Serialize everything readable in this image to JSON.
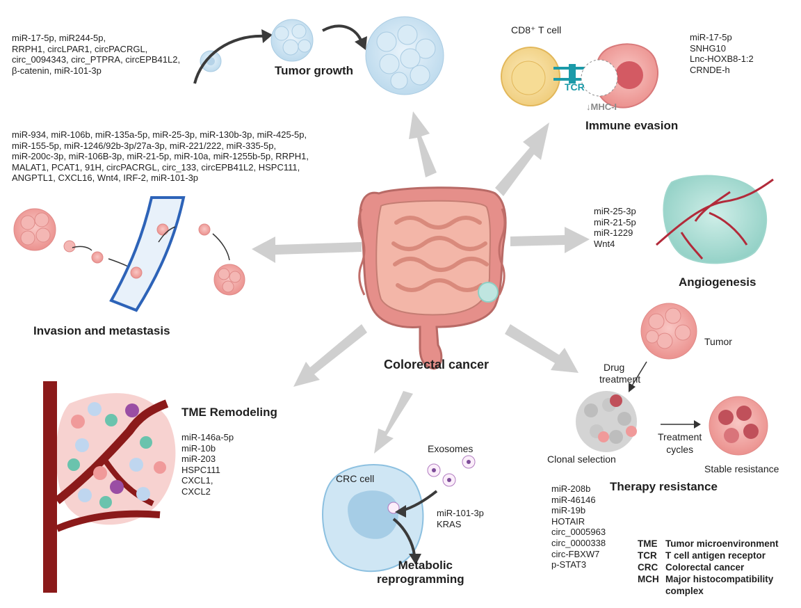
{
  "center": {
    "title": "Colorectal cancer"
  },
  "tumor_growth": {
    "title": "Tumor growth",
    "lines": [
      "miR-17-5p, miR244-5p,",
      "RRPH1, circLPAR1, circPACRGL,",
      "circ_0094343, circ_PTPRA, circEPB41L2,",
      "β-catenin, miR-101-3p"
    ]
  },
  "immune_evasion": {
    "title": "Immune evasion",
    "cell_label": "CD8⁺ T cell",
    "tcr_label": "TCR",
    "mhc_label": "↓MHC-I",
    "factors": [
      "miR-17-5p",
      "SNHG10",
      "Lnc-HOXB8-1:2",
      "CRNDE-h"
    ]
  },
  "invasion": {
    "title": "Invasion and metastasis",
    "lines": [
      "miR-934, miR-106b, miR-135a-5p, miR-25-3p, miR-130b-3p, miR-425-5p,",
      "miR-155-5p, miR-1246/92b-3p/27a-3p, miR-221/222, miR-335-5p,",
      "miR-200c-3p, miR-106B-3p, miR-21-5p, miR-10a, miR-1255b-5p, RRPH1,",
      "MALAT1, PCAT1, 91H, circPACRGL, circ_133, circEPB41L2, HSPC111,",
      "ANGPTL1, CXCL16, Wnt4, IRF-2, miR-101-3p"
    ]
  },
  "angiogenesis": {
    "title": "Angiogenesis",
    "factors": [
      "miR-25-3p",
      "miR-21-5p",
      "miR-1229",
      "Wnt4"
    ]
  },
  "tme": {
    "title": "TME Remodeling",
    "factors": [
      "miR-146a-5p",
      "miR-10b",
      "miR-203",
      "HSPC111",
      "CXCL1,",
      "CXCL2"
    ]
  },
  "metabolic": {
    "title_line1": "Metabolic",
    "title_line2": "reprogramming",
    "cell_label": "CRC cell",
    "exosomes_label": "Exosomes",
    "factors": [
      "miR-101-3p",
      "KRAS"
    ]
  },
  "therapy": {
    "title": "Therapy resistance",
    "tumor_label": "Tumor",
    "drug_line1": "Drug",
    "drug_line2": "treatment",
    "clonal_label": "Clonal selection",
    "cycles_line1": "Treatment",
    "cycles_line2": "cycles",
    "stable_label": "Stable resistance",
    "factors": [
      "miR-208b",
      "miR-46146",
      "miR-19b",
      "HOTAIR",
      "circ_0005963",
      "circ_0000338",
      "circ-FBXW7",
      "p-STAT3"
    ]
  },
  "abbreviations": [
    {
      "key": "TME",
      "value": "Tumor microenvironment"
    },
    {
      "key": "TCR",
      "value": "T cell antigen receptor"
    },
    {
      "key": "CRC",
      "value": "Colorectal cancer"
    },
    {
      "key": "MCH",
      "value": "Major histocompatibility complex"
    }
  ],
  "colors": {
    "arrow": "#c9c9c9",
    "intestine": "#e58f8a",
    "tumor_cell": "#f0a6a6",
    "blue_cell": "#cfe4f2",
    "vessel": "#8b1a1a",
    "tcr": "#1b9aa8"
  }
}
